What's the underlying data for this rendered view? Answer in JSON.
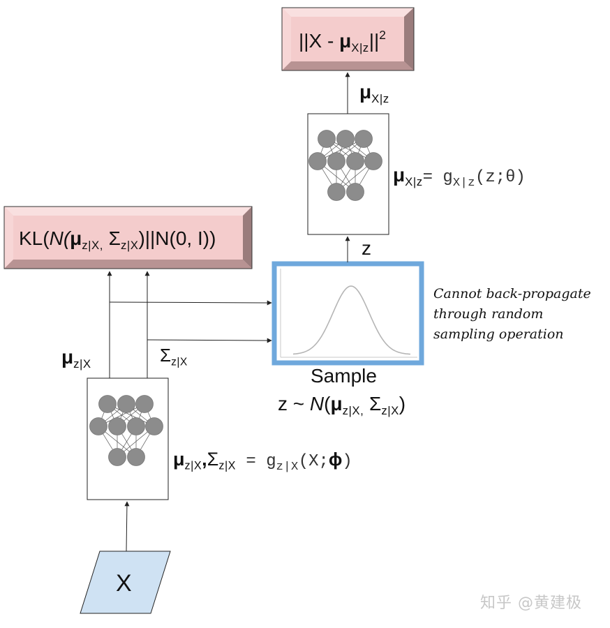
{
  "loss_box": {
    "prefix": "||X - ",
    "mu": "μ",
    "mu_sub": "X|z",
    "suffix": "||",
    "power": "2"
  },
  "kl_box": {
    "p1": "KL(",
    "p2": "N",
    "p3": "(",
    "mu": "μ",
    "mu_sub": "z|X,",
    "sigma": " Σ",
    "sigma_sub": "z|X",
    "p4": ")||N(0, I))"
  },
  "decoder_output_label": {
    "mu": "μ",
    "sub": "X|z"
  },
  "decoder_eq": {
    "mu": "μ",
    "mu_sub": "X|z",
    "eq": "= ",
    "fn": "g",
    "fn_sub": "X|z",
    "args": "(z;θ)"
  },
  "z_label": "z",
  "encoder_mu_label": {
    "mu": "μ",
    "sub": "z|X"
  },
  "encoder_sigma_label": {
    "sigma": "Σ",
    "sub": "z|X"
  },
  "encoder_eq": {
    "mu": "μ",
    "mu_sub": "z|X",
    "comma": ",",
    "sigma": "Σ",
    "sigma_sub": "z|X",
    "eq": " = ",
    "fn": "g",
    "fn_sub": "z|X",
    "args": "(X;",
    "phi": "ϕ",
    "close": ")"
  },
  "sample_caption": {
    "line1": "Sample",
    "z": "z ~ ",
    "N": "N",
    "open": "(",
    "mu": "μ",
    "mu_sub": "z|X,",
    "sigma": " Σ",
    "sigma_sub": "z|X",
    "close": ")"
  },
  "note_lines": [
    "Cannot back-propagate",
    "through random",
    "sampling operation"
  ],
  "input_label": "X",
  "watermark": "知乎 @黄建极",
  "colors": {
    "loss_fill": "#f4cccc",
    "loss_bevel_light": "#f9e0e0",
    "loss_bevel_dark": "#9a7c7c",
    "input_fill": "#cfe2f3",
    "sample_border": "#6fa8dc",
    "node": "#8c8c8c",
    "arrow": "#222222",
    "curve": "#b5b5b5"
  },
  "icons": {
    "encoder": "neural-network-icon",
    "decoder": "neural-network-icon",
    "distribution": "gaussian-curve-icon"
  }
}
